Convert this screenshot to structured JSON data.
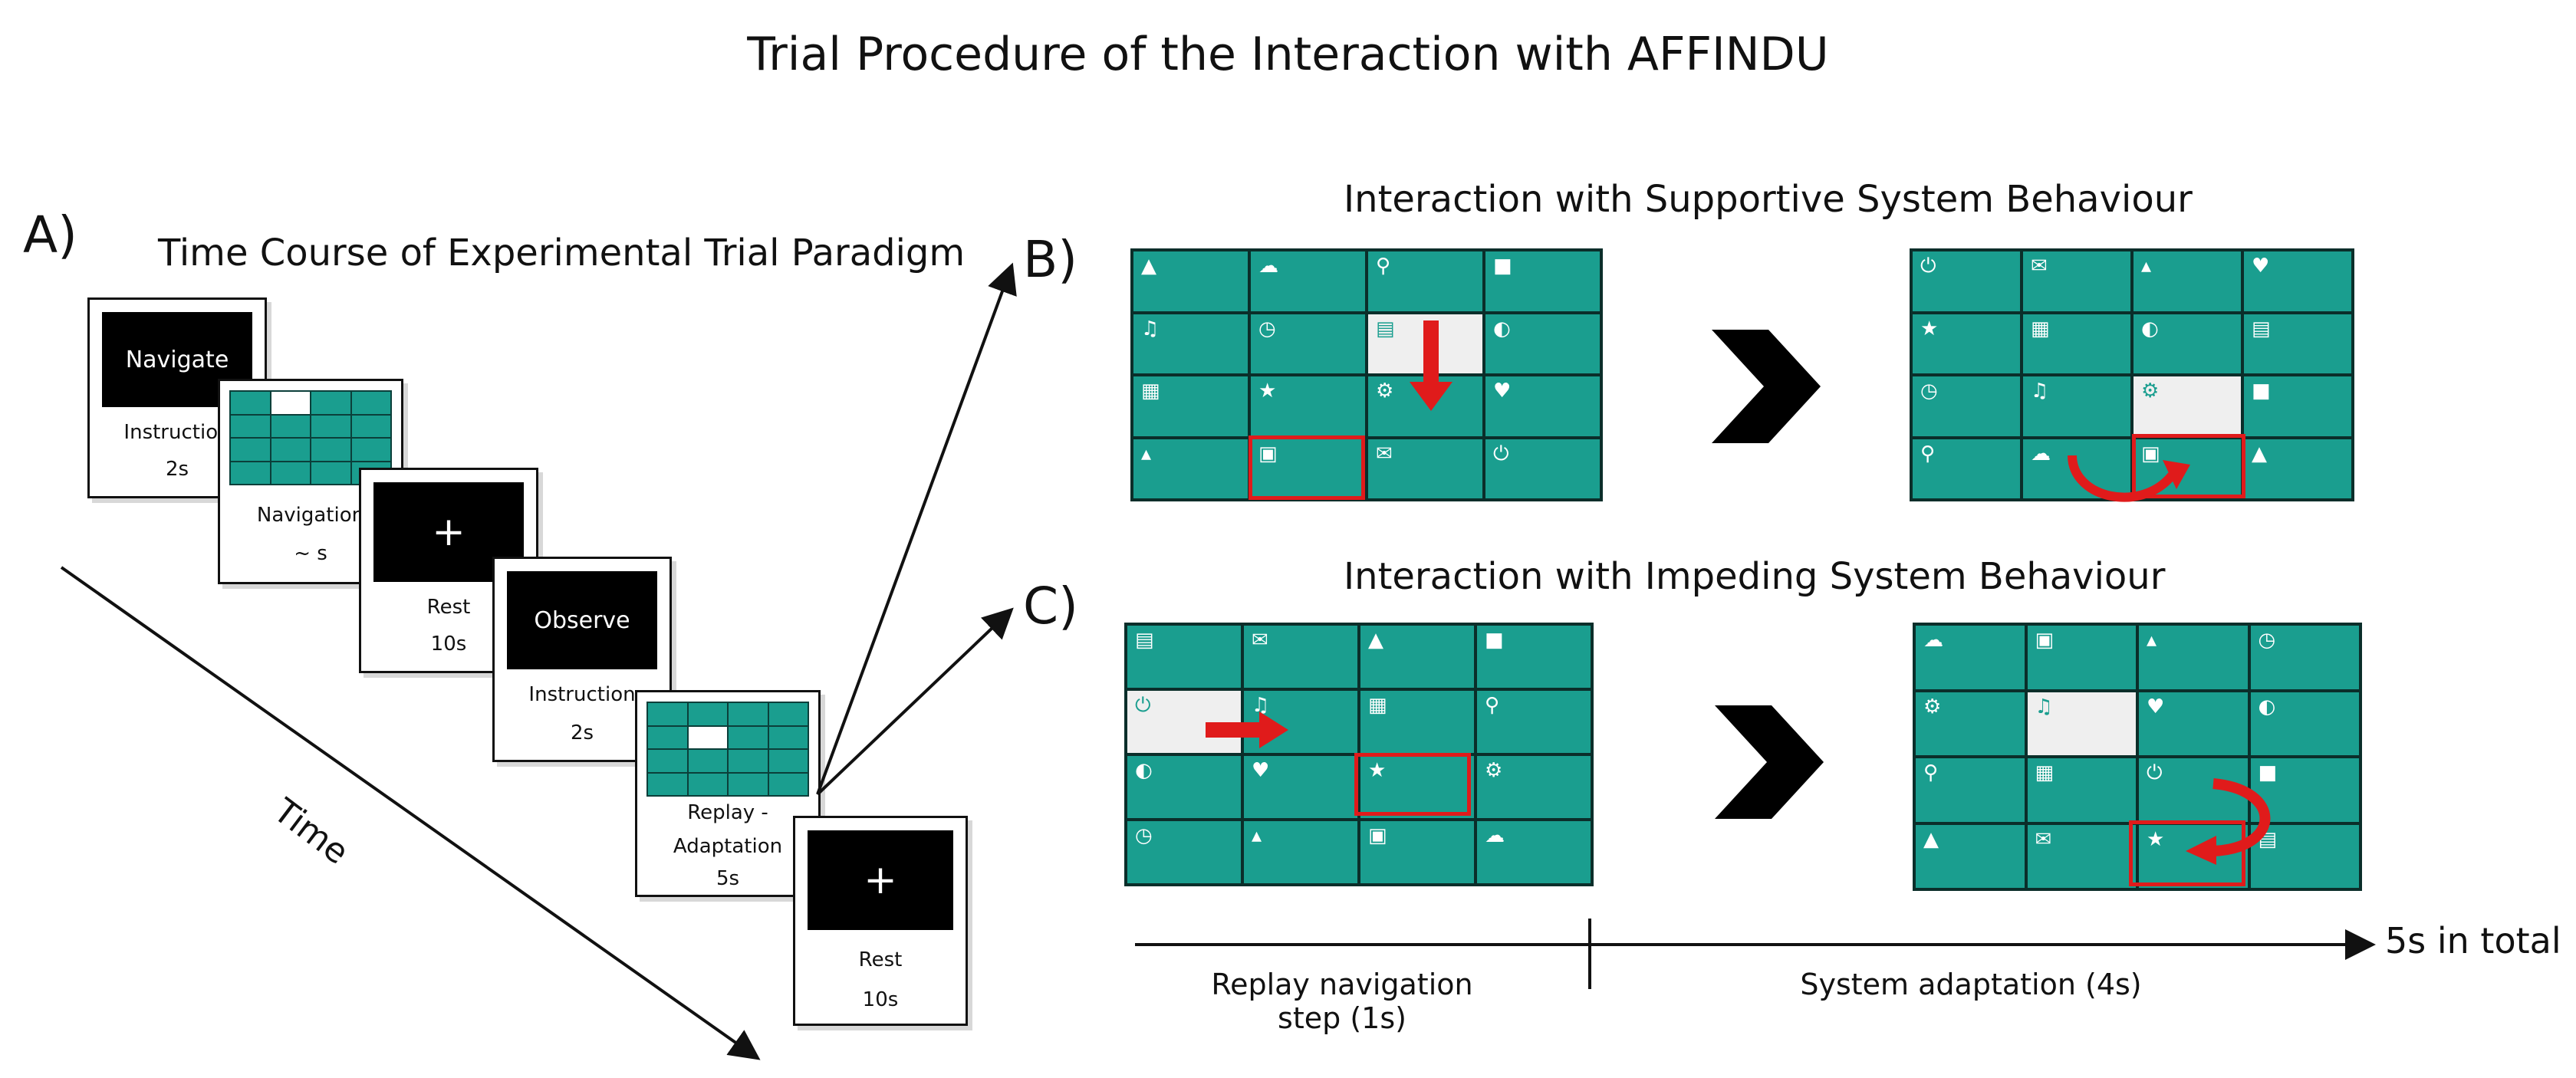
{
  "title": "Trial Procedure of the Interaction with AFFINDU",
  "section_a": {
    "label": "A)",
    "heading": "Time Course of Experimental Trial Paradigm",
    "time_label": "Time",
    "cards": [
      {
        "screen": "Navigate",
        "label": "Instruction",
        "duration": "2s"
      },
      {
        "label": "Navigation",
        "duration": "~ s"
      },
      {
        "screen": "+",
        "label": "Rest",
        "duration": "10s"
      },
      {
        "screen": "Observe",
        "label": "Instruction",
        "duration": "2s"
      },
      {
        "label": "Replay -",
        "label2": "Adaptation",
        "duration": "5s"
      },
      {
        "screen": "+",
        "label": "Rest",
        "duration": "10s"
      }
    ]
  },
  "section_b": {
    "label": "B)",
    "heading": "Interaction with Supportive System Behaviour"
  },
  "section_c": {
    "label": "C)",
    "heading": "Interaction with Impeding System Behaviour"
  },
  "timeline": {
    "total": "5s in total",
    "step1": "Replay navigation",
    "step1b": "step (1s)",
    "step2": "System adaptation (4s)"
  },
  "colors": {
    "tile": "#1a9e8f",
    "grid_line": "#0b2e2a",
    "highlight": "#efefef",
    "red": "#e01b1b"
  },
  "grids": {
    "b_before": [
      "bell-icon",
      "cloud-icon",
      "search-icon",
      "video-icon",
      "music-icon",
      "clock-icon",
      "folder-icon",
      "globe-icon",
      "film-icon",
      "star-icon",
      "gear-icon",
      "heart-icon",
      "user-icon",
      "image-icon",
      "mail-icon",
      "power-icon"
    ],
    "b_after": [
      "power-icon",
      "mail-icon",
      "user-icon",
      "heart-icon",
      "star-icon",
      "film-icon",
      "globe-icon",
      "folder-icon",
      "clock-icon",
      "music-icon",
      "gear-icon",
      "video-icon",
      "search-icon",
      "cloud-icon",
      "image-icon",
      "bell-icon"
    ],
    "c_before": [
      "folder-icon",
      "mail-icon",
      "bell-icon",
      "video-icon",
      "power-icon",
      "music-icon",
      "film-icon",
      "search-icon",
      "globe-icon",
      "heart-icon",
      "star-icon",
      "gear-icon",
      "clock-icon",
      "user-icon",
      "image-icon",
      "cloud-icon"
    ],
    "c_after": [
      "cloud-icon",
      "image-icon",
      "user-icon",
      "clock-icon",
      "gear-icon",
      "music-icon",
      "heart-icon",
      "globe-icon",
      "search-icon",
      "film-icon",
      "power-icon",
      "video-icon",
      "bell-icon",
      "mail-icon",
      "star-icon",
      "folder-icon"
    ]
  }
}
